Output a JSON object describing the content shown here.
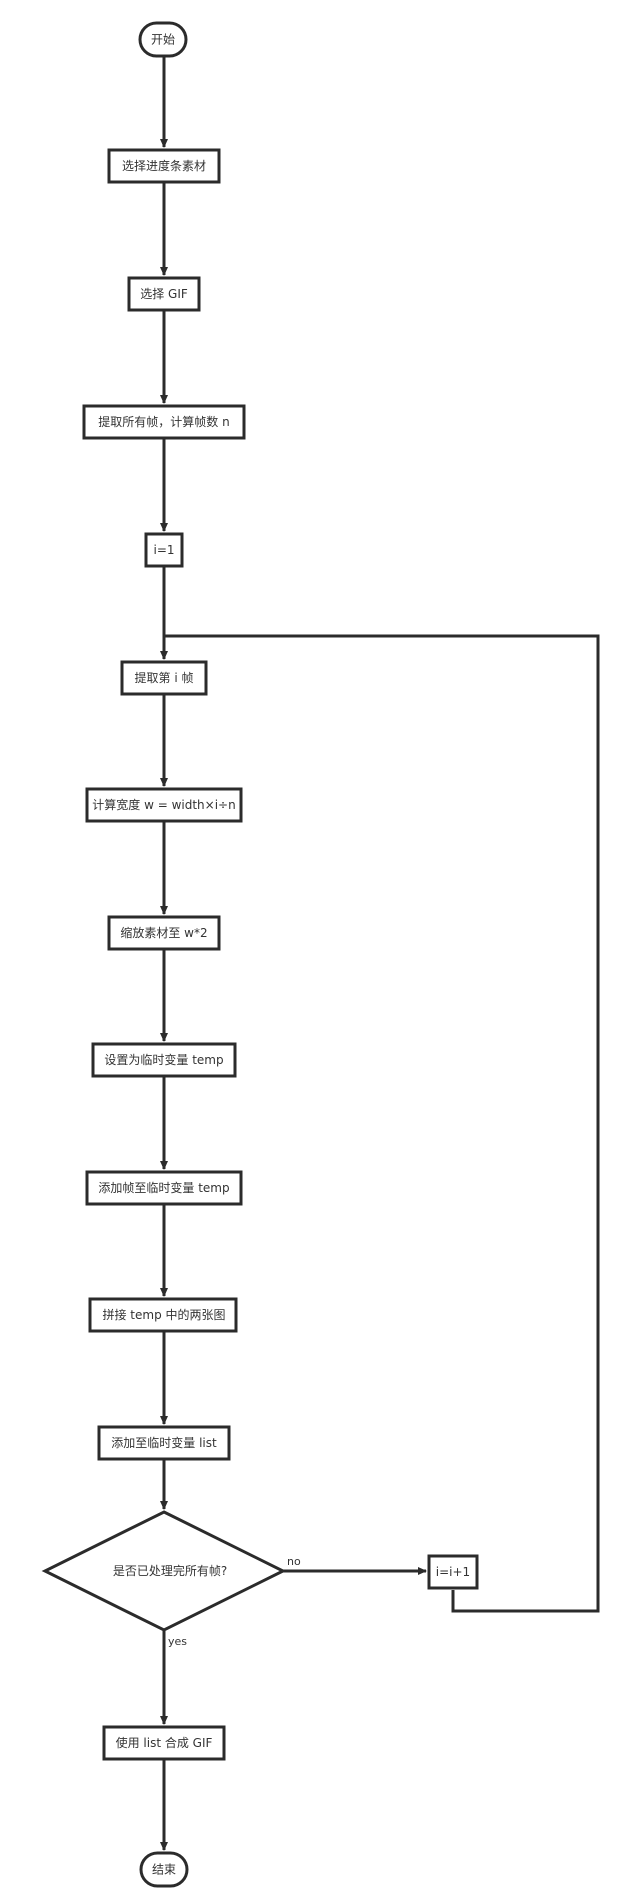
{
  "colors": {
    "stroke": "#2b2b2b",
    "text": "#333333",
    "background": "#ffffff"
  },
  "nodes": {
    "start": "开始",
    "select_material": "选择进度条素材",
    "select_gif": "选择 GIF",
    "extract_frames": "提取所有帧，计算帧数 n",
    "init_i": "i=1",
    "extract_frame_i": "提取第 i 帧",
    "compute_width": "计算宽度 w = width×i÷n",
    "scale_material": "缩放素材至 w*2",
    "set_temp": "设置为临时变量 temp",
    "add_frame_temp": "添加帧至临时变量 temp",
    "stitch": "拼接 temp 中的两张图",
    "add_list": "添加至临时变量 list",
    "decision": "是否已处理完所有帧?",
    "increment": "i=i+1",
    "compose_gif": "使用 list 合成 GIF",
    "end": "结束"
  },
  "edges": {
    "no_label": "no",
    "yes_label": "yes"
  }
}
